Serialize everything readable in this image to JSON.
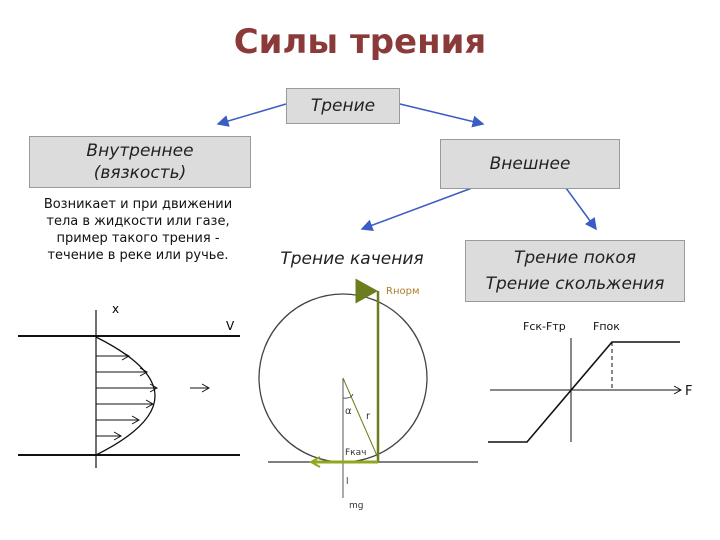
{
  "title": "Силы трения",
  "colors": {
    "title": "#8b3a3a",
    "arrow": "#3a5cc4",
    "normal_force": "#6b7d1c",
    "friction_force": "#8da820",
    "box_fill": "#dcdcdc"
  },
  "boxes": {
    "root": "Трение",
    "internal_line1": "Внутреннее",
    "internal_line2": "(вязкость)",
    "external": "Внешнее",
    "rolling": "Трение качения",
    "static_line1": "Трение покоя",
    "static_line2": "Трение скольжения"
  },
  "internal_description": [
    "Возникает и при движении",
    "тела в жидкости или газе,",
    "пример такого трения -",
    "течение в реке или ручье."
  ],
  "flow_diagram": {
    "axis_x": "x",
    "axis_v": "V"
  },
  "rolling_diagram": {
    "normal": "Rнорм",
    "alpha": "α",
    "r": "r",
    "friction": "Fкач",
    "l": "l",
    "gravity": "mg"
  },
  "graph": {
    "y_label": "Fск-Fтр",
    "peak_label": "Fпок",
    "x_label": "F"
  }
}
